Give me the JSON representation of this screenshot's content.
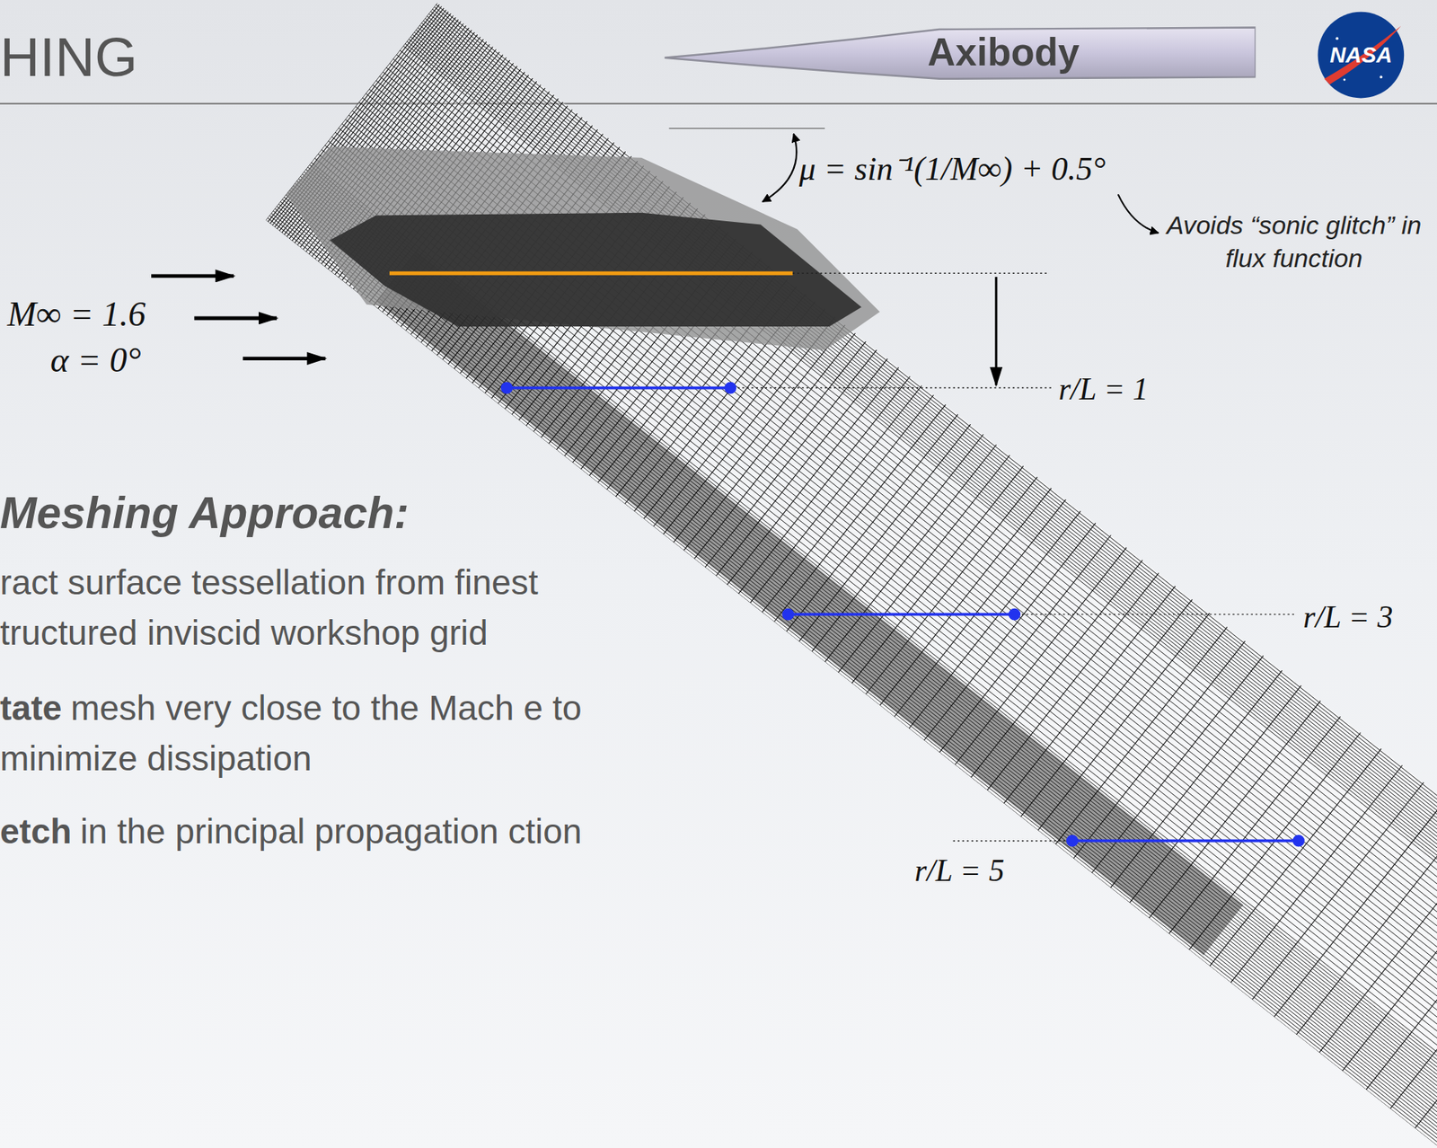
{
  "diagram": {
    "title": "HING",
    "nodes": [
      {
        "text": [
          "Axibody"
        ]
      },
      {
        "text": [
          "NASA"
        ]
      }
    ],
    "labels": [
      "μ = sin⁻¹(1/M∞) + 0.5°",
      "Avoids “sonic glitch” in flux function",
      "M∞ = 1.6",
      "α = 0°",
      "r/L = 1",
      "r/L = 3",
      "r/L = 5",
      "Meshing Approach:",
      "ract surface tessellation from finest tructured inviscid workshop grid",
      "tate",
      "mesh very close to the Mach e to minimize dissipation",
      "etch",
      "in the principal propagation ction"
    ]
  }
}
